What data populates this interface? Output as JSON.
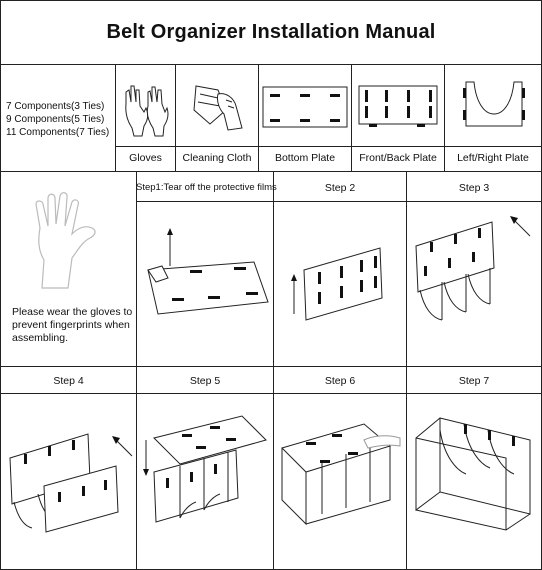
{
  "header": {
    "title": "Belt Organizer Installation Manual"
  },
  "components": {
    "counts": [
      "7 Components(3 Ties)",
      "9 Components(5 Ties)",
      "11 Components(7 Ties)"
    ],
    "items": [
      {
        "label": "Gloves",
        "icon": "gloves-icon"
      },
      {
        "label": "Cleaning Cloth",
        "icon": "cleaning-cloth-icon"
      },
      {
        "label": "Bottom Plate",
        "icon": "bottom-plate-icon"
      },
      {
        "label": "Front/Back Plate",
        "icon": "front-back-plate-icon"
      },
      {
        "label": "Left/Right Plate",
        "icon": "left-right-plate-icon"
      }
    ]
  },
  "note": {
    "line1": "Please wear the gloves to",
    "line2": "prevent fingerprints when",
    "line3": "assembling."
  },
  "steps": [
    {
      "label": "Step1:Tear off the protective films"
    },
    {
      "label": "Step 2"
    },
    {
      "label": "Step 3"
    },
    {
      "label": "Step 4"
    },
    {
      "label": "Step 5"
    },
    {
      "label": "Step 6"
    },
    {
      "label": "Step 7"
    }
  ]
}
